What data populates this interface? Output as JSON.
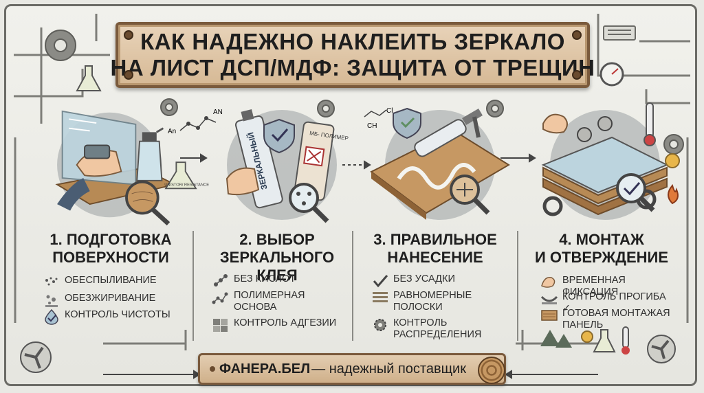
{
  "title": {
    "line1": "КАК НАДЕЖНО НАКЛЕИТЬ ЗЕРКАЛО",
    "line2": "НА ЛИСТ ДСП/МДФ: ЗАЩИТА ОТ ТРЕЩИН"
  },
  "labels": {
    "flask": "UNISTOR/ RESISTANCE",
    "tube1": "ЗЕРКАЛЬНЫЙ",
    "tube2": "МБ- ПОЛИМЕР",
    "chem_an1": "AN",
    "chem_an2": "An",
    "chem_ch": "CH",
    "chem_cl": "Cl"
  },
  "steps": [
    {
      "title_l1": "1. ПОДГОТОВКА",
      "title_l2": "ПОВЕРХНОСТИ",
      "bullets": [
        "ОБЕСПЫЛИВАНИЕ",
        "ОБЕЗЖИРИВАНИЕ",
        "КОНТРОЛЬ ЧИСТОТЫ"
      ],
      "icons": [
        "dust-icon",
        "droplets-icon",
        "drop-check-icon"
      ]
    },
    {
      "title_l1": "2. ВЫБОР",
      "title_l2": "ЗЕРКАЛЬНОГО КЛЕЯ",
      "bullets": [
        "БЕЗ КИСЛОТ",
        "ПОЛИМЕРНАЯ ОСНОВА",
        "КОНТРОЛЬ АДГЕЗИИ"
      ],
      "icons": [
        "molecule-icon",
        "polymer-chain-icon",
        "puzzle-icon"
      ]
    },
    {
      "title_l1": "3. ПРАВИЛЬНОЕ",
      "title_l2": "НАНЕСЕНИЕ",
      "bullets": [
        "БЕЗ УСАДКИ",
        "РАВНОМЕРНЫЕ ПОЛОСКИ",
        "КОНТРОЛЬ РАСПРЕДЕЛЕНИЯ"
      ],
      "icons": [
        "checkmark-icon",
        "stripes-icon",
        "gear-icon"
      ]
    },
    {
      "title_l1": "4. МОНТАЖ",
      "title_l2": "И ОТВЕРЖДЕНИЕ",
      "bullets": [
        "ВРЕМЕННАЯ ФИКСАЦИЯ",
        "КОНТРОЛЬ ПРОГИБА ✓",
        "ГОТОВАЯ МОНТАЖАЯ ПАНЕЛЬ"
      ],
      "icons": [
        "muscle-arm-icon",
        "deflection-arc-icon",
        "wood-panel-icon"
      ]
    }
  ],
  "footer": {
    "brand": "ФАНЕРА.БЕЛ",
    "tagline": " — надежный поставщик"
  },
  "colors": {
    "plate": "#d9bf9d",
    "plate_border": "#7a5a3c",
    "wood": "#b78a55",
    "glass": "#bcd4de",
    "metal": "#8f9497",
    "green_check": "#5f8f62"
  }
}
